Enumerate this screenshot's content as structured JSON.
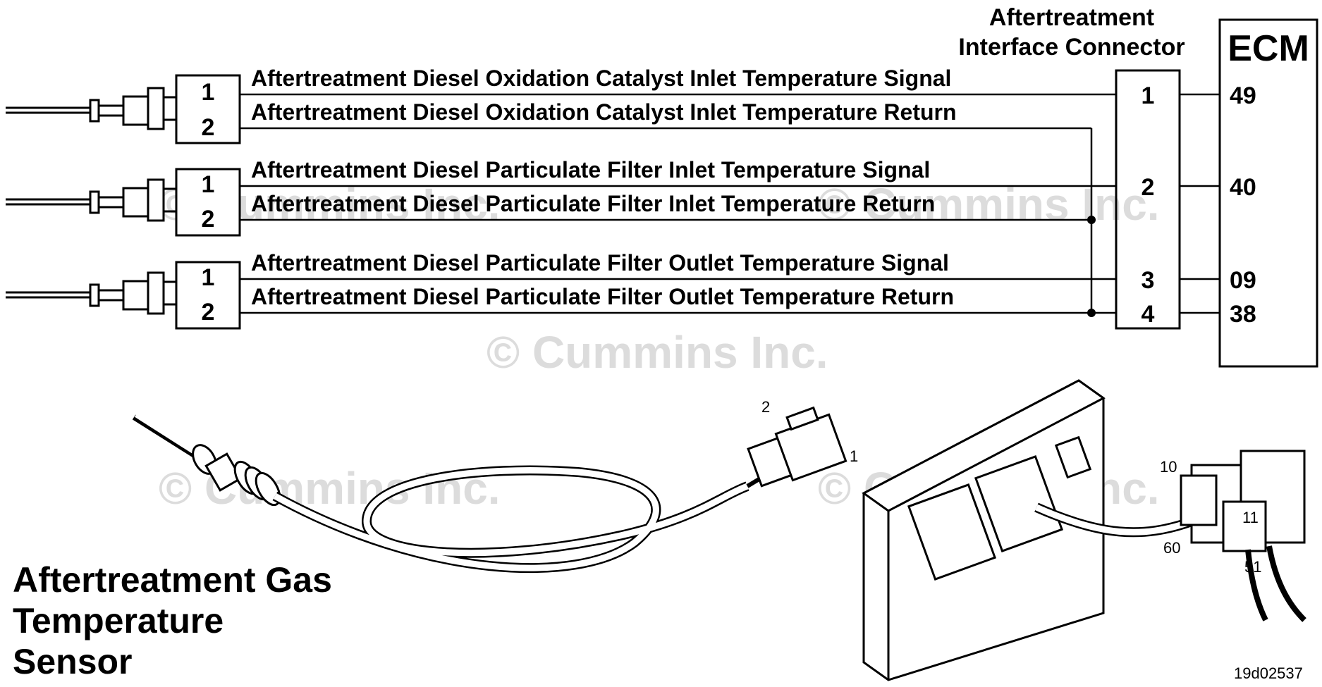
{
  "header": {
    "interface_connector_line1": "Aftertreatment",
    "interface_connector_line2": "Interface Connector",
    "ecm_label": "ECM"
  },
  "sensors": [
    {
      "pins": [
        "1",
        "2"
      ],
      "signal_label": "Aftertreatment Diesel Oxidation Catalyst Inlet Temperature Signal",
      "return_label": "Aftertreatment Diesel Oxidation Catalyst Inlet Temperature Return"
    },
    {
      "pins": [
        "1",
        "2"
      ],
      "signal_label": "Aftertreatment Diesel Particulate Filter Inlet Temperature Signal",
      "return_label": "Aftertreatment Diesel Particulate Filter Inlet Temperature Return"
    },
    {
      "pins": [
        "1",
        "2"
      ],
      "signal_label": "Aftertreatment Diesel Particulate Filter Outlet Temperature Signal",
      "return_label": "Aftertreatment Diesel Particulate Filter Outlet Temperature Return"
    }
  ],
  "interface_pins": [
    "1",
    "2",
    "3",
    "4"
  ],
  "ecm_pins": [
    "49",
    "40",
    "09",
    "38"
  ],
  "illustration": {
    "title_line1": "Aftertreatment Gas",
    "title_line2": "Temperature",
    "title_line3": "Sensor",
    "sensor_pin_2": "2",
    "sensor_pin_1": "1",
    "ecm_pin_10": "10",
    "ecm_pin_60": "60",
    "ecm_pin_11": "11",
    "ecm_pin_51": "51"
  },
  "watermark": "© Cummins Inc.",
  "figure_id": "19d02537"
}
